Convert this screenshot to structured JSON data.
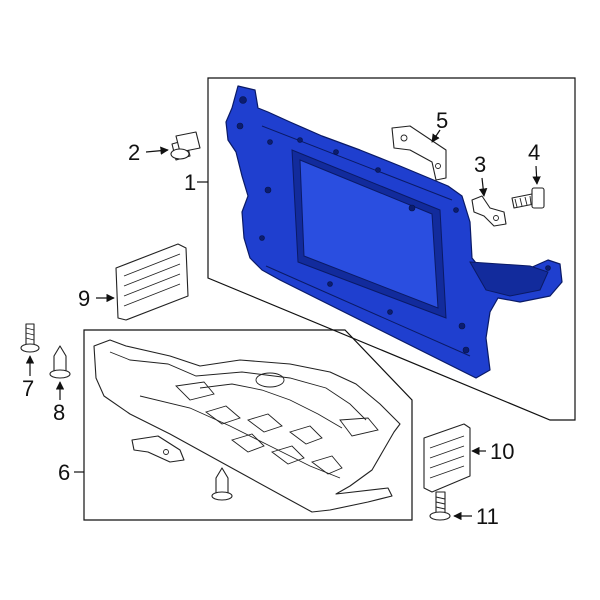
{
  "callouts": {
    "c1": "1",
    "c2": "2",
    "c3": "3",
    "c4": "4",
    "c5": "5",
    "c6": "6",
    "c7": "7",
    "c8": "8",
    "c9": "9",
    "c10": "10",
    "c11": "11"
  },
  "colors": {
    "highlight": "#1f3fcf",
    "line": "#111111",
    "background": "#ffffff"
  }
}
